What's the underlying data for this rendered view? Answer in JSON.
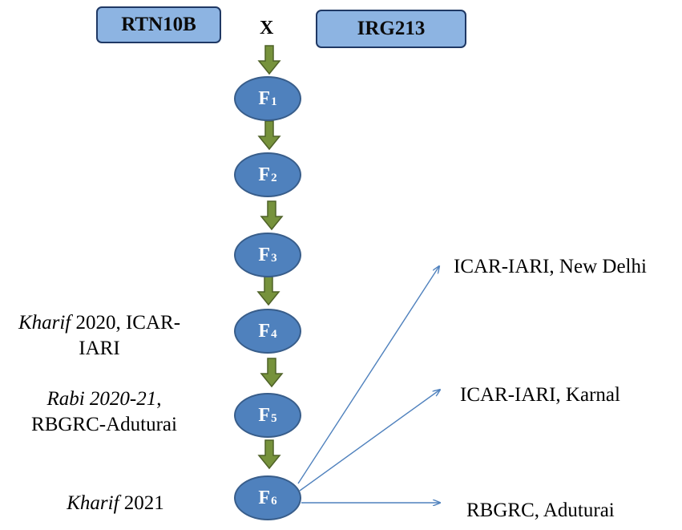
{
  "parents": {
    "left": "RTN10B",
    "cross": "X",
    "right": "IRG213"
  },
  "generations": [
    {
      "letter": "F",
      "num": "1"
    },
    {
      "letter": "F",
      "num": "2"
    },
    {
      "letter": "F",
      "num": "3"
    },
    {
      "letter": "F",
      "num": "4"
    },
    {
      "letter": "F",
      "num": "5"
    },
    {
      "letter": "F",
      "num": "6"
    }
  ],
  "seasons": {
    "f4": {
      "italic": "Kharif",
      "rest_line1": " 2020, ICAR-",
      "line2": "IARI"
    },
    "f5": {
      "italic": "Rabi 2020-21",
      "rest_line1": ",",
      "line2": "RBGRC-Aduturai"
    },
    "f6": {
      "italic": "Kharif",
      "rest": " 2021"
    }
  },
  "locations": [
    "ICAR-IARI, New Delhi",
    "ICAR-IARI, Karnal",
    "RBGRC, Aduturai"
  ],
  "colors": {
    "parent_fill": "#8db4e2",
    "parent_border": "#1f3864",
    "ellipse_fill": "#4f81bd",
    "arrow_fill": "#76923c",
    "line": "#4f81bd"
  }
}
